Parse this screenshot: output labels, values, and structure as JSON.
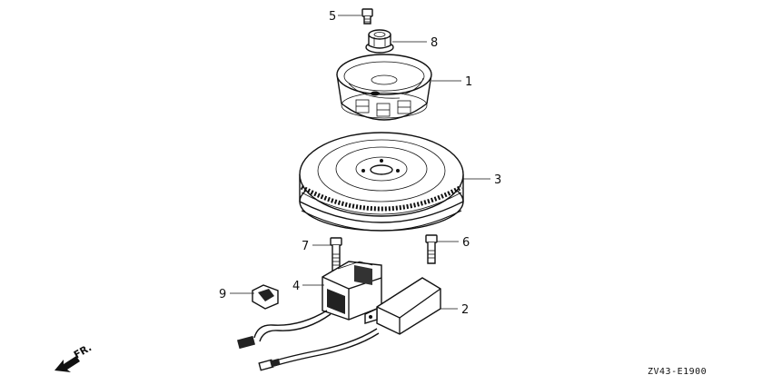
{
  "diagram": {
    "callouts": [
      {
        "id": "5",
        "label": "5"
      },
      {
        "id": "8",
        "label": "8"
      },
      {
        "id": "1",
        "label": "1"
      },
      {
        "id": "3",
        "label": "3"
      },
      {
        "id": "7",
        "label": "7"
      },
      {
        "id": "6",
        "label": "6"
      },
      {
        "id": "4",
        "label": "4"
      },
      {
        "id": "9",
        "label": "9"
      },
      {
        "id": "2",
        "label": "2"
      }
    ],
    "direction_label": "FR.",
    "reference_code": "ZV43-E1900"
  }
}
